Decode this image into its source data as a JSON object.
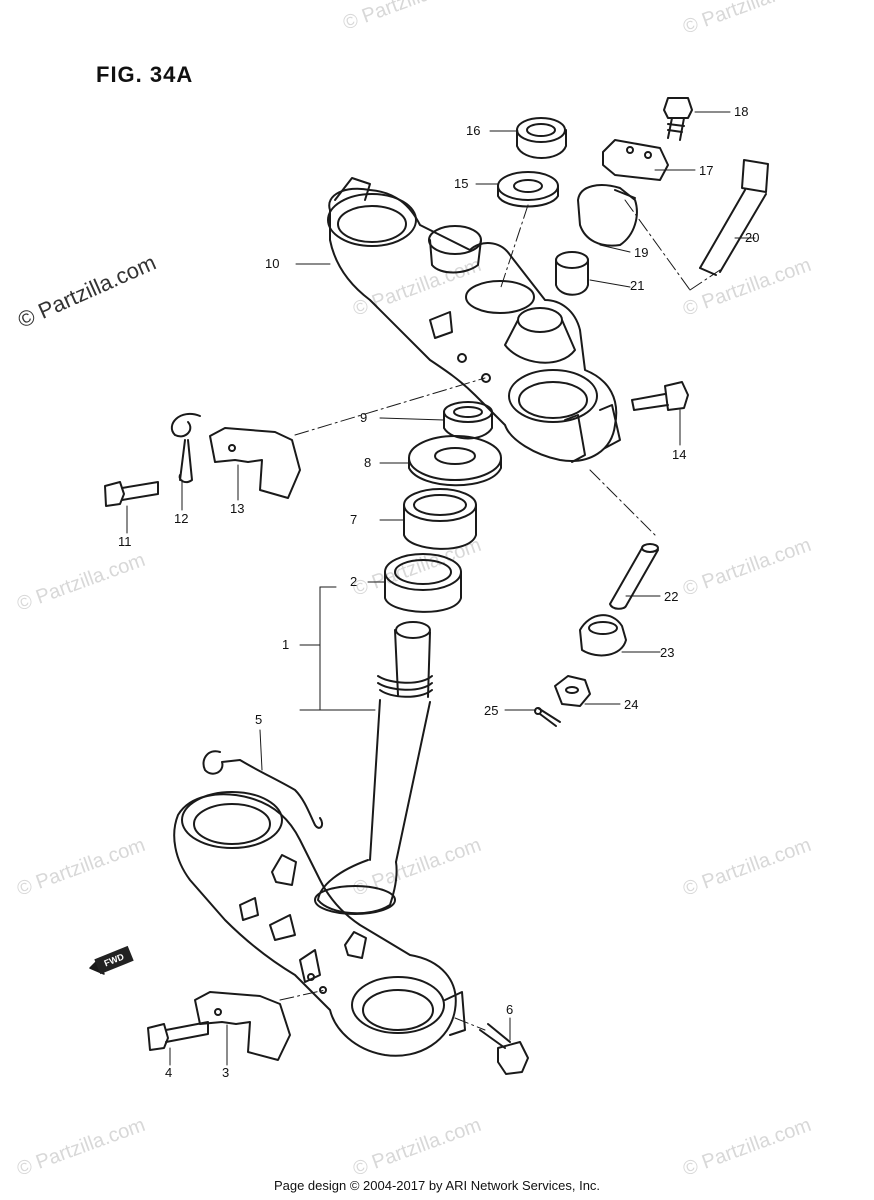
{
  "figure": {
    "title": "FIG. 34A"
  },
  "parts": [
    {
      "number": "1"
    },
    {
      "number": "2"
    },
    {
      "number": "3"
    },
    {
      "number": "4"
    },
    {
      "number": "5"
    },
    {
      "number": "6"
    },
    {
      "number": "7"
    },
    {
      "number": "8"
    },
    {
      "number": "9"
    },
    {
      "number": "10"
    },
    {
      "number": "11"
    },
    {
      "number": "12"
    },
    {
      "number": "13"
    },
    {
      "number": "14"
    },
    {
      "number": "15"
    },
    {
      "number": "16"
    },
    {
      "number": "17"
    },
    {
      "number": "18"
    },
    {
      "number": "19"
    },
    {
      "number": "20"
    },
    {
      "number": "21"
    },
    {
      "number": "22"
    },
    {
      "number": "23"
    },
    {
      "number": "24"
    },
    {
      "number": "25"
    }
  ],
  "direction_marker": {
    "label": "FWD",
    "icon": "arrow-left-icon"
  },
  "watermark": {
    "text": "© Partzilla.com"
  },
  "footer": {
    "text": "Page design © 2004-2017 by ARI Network Services, Inc."
  }
}
